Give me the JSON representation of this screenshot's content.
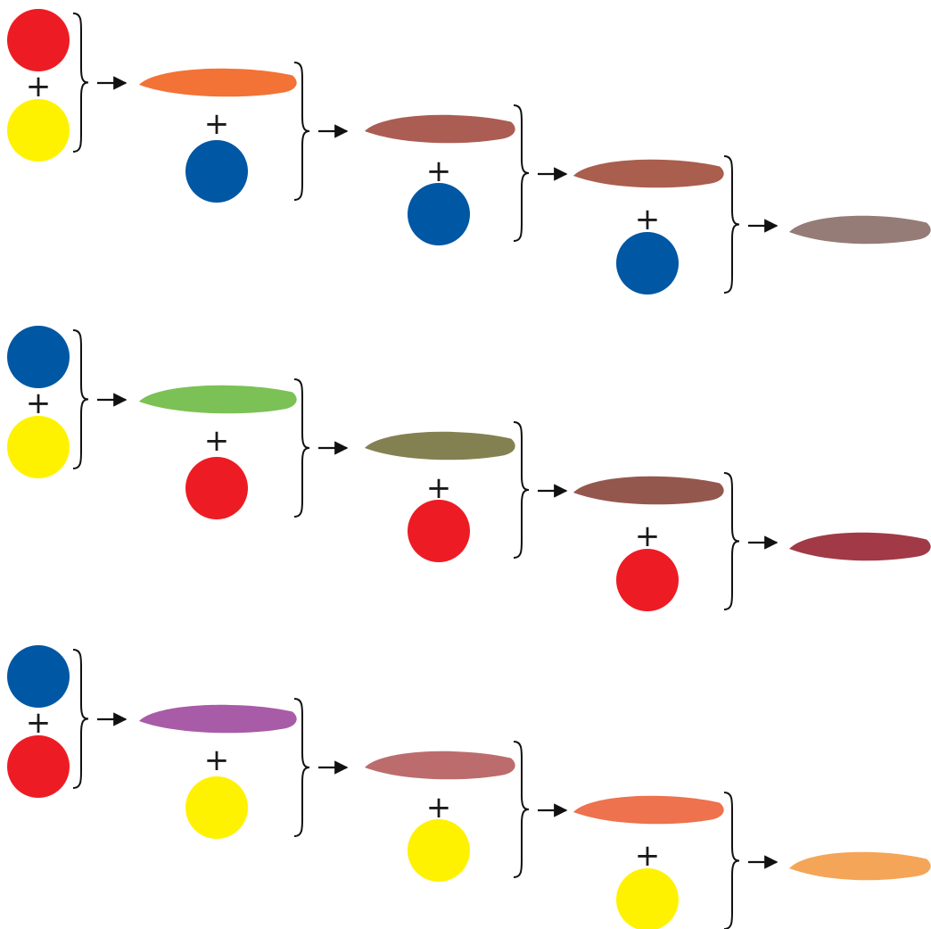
{
  "operator": "+",
  "colors": {
    "red": "#ED1C24",
    "yellow": "#FFF200",
    "blue": "#0057A4"
  },
  "rows": [
    {
      "name": "red-yellow-then-blue",
      "start": [
        "red",
        "yellow"
      ],
      "added": [
        "blue",
        "blue",
        "blue"
      ],
      "mixes": [
        "#F26A2A",
        "#A8544A",
        "#A45545",
        "#8F7570"
      ]
    },
    {
      "name": "blue-yellow-then-red",
      "start": [
        "blue",
        "yellow"
      ],
      "added": [
        "red",
        "red",
        "red"
      ],
      "mixes": [
        "#74BE4C",
        "#7C7A48",
        "#8E4E44",
        "#9C2F3C"
      ]
    },
    {
      "name": "blue-red-then-yellow",
      "start": [
        "blue",
        "red"
      ],
      "added": [
        "yellow",
        "yellow",
        "yellow"
      ],
      "mixes": [
        "#A352A2",
        "#B96465",
        "#EC6A43",
        "#F4A04E"
      ]
    }
  ]
}
